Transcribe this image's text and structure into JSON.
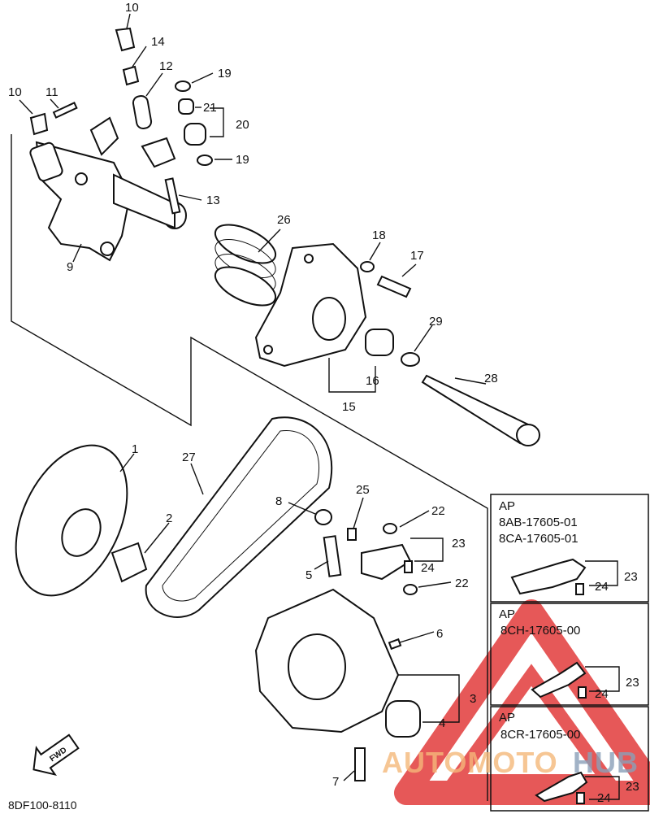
{
  "diagram": {
    "code": "8DF100-8110",
    "fwd_label": "FWD",
    "callouts": {
      "n1": "1",
      "n2": "2",
      "n3": "3",
      "n4": "4",
      "n5": "5",
      "n6": "6",
      "n7": "7",
      "n8": "8",
      "n9": "9",
      "n10a": "10",
      "n10b": "10",
      "n11": "11",
      "n12": "12",
      "n13": "13",
      "n14": "14",
      "n15": "15",
      "n16": "16",
      "n17": "17",
      "n18": "18",
      "n19a": "19",
      "n19b": "19",
      "n20": "20",
      "n21": "21",
      "n22a": "22",
      "n22b": "22",
      "n23": "23",
      "n24": "24",
      "n25": "25",
      "n26": "26",
      "n27": "27",
      "n28": "28",
      "n29": "29"
    },
    "boxes": [
      {
        "region": "AP",
        "codes": [
          "8AB-17605-01",
          "8CA-17605-01"
        ],
        "n23": "23",
        "n24": "24"
      },
      {
        "region": "AP",
        "codes": [
          "8CH-17605-00"
        ],
        "n23": "23",
        "n24": "24"
      },
      {
        "region": "AP",
        "codes": [
          "8CR-17605-00"
        ],
        "n23": "23",
        "n24": "24"
      }
    ]
  },
  "watermark": {
    "text_a": "AUTOMOTO",
    "text_b": "HUB",
    "color_a": "#f5b87a",
    "color_b": "#8aa0b8",
    "triangle_color": "#e23b3b"
  }
}
